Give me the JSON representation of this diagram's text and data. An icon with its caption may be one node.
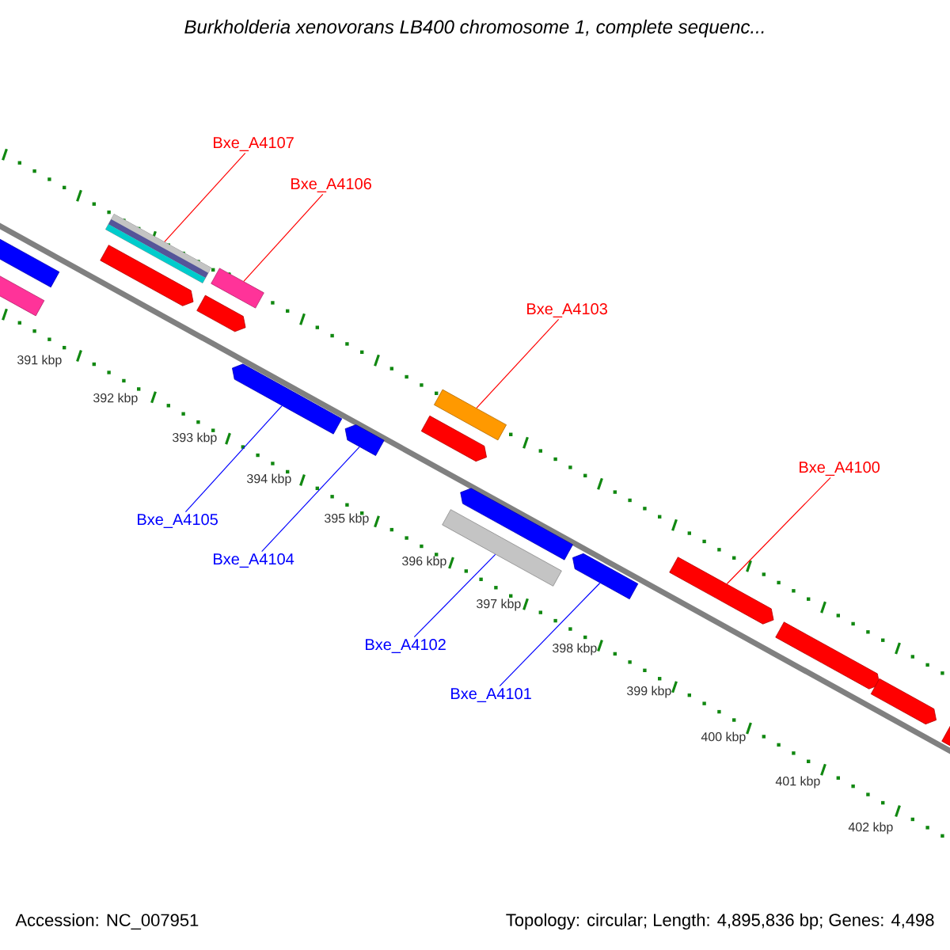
{
  "diagram": {
    "title": "Burkholderia xenovorans LB400 chromosome 1, complete sequenc...",
    "nodes": [
      {
        "text": [
          "Bxe_A4107"
        ]
      },
      {
        "text": [
          "Bxe_A4106"
        ]
      },
      {
        "text": [
          "Bxe_A4103"
        ]
      },
      {
        "text": [
          "Bxe_A4100"
        ]
      },
      {
        "text": [
          "Bxe_A4105"
        ]
      },
      {
        "text": [
          "Bxe_A4104"
        ]
      },
      {
        "text": [
          "Bxe_A4102"
        ]
      },
      {
        "text": [
          "Bxe_A4101"
        ]
      },
      {
        "text": [],
        "shape": "bar"
      },
      {
        "text": [],
        "shape": "bar"
      },
      {
        "text": [],
        "shape": "bar"
      },
      {
        "text": [],
        "shape": "arrow"
      },
      {
        "text": [],
        "shape": "bar"
      },
      {
        "text": [],
        "shape": "arrow"
      },
      {
        "text": [],
        "shape": "arrow"
      },
      {
        "text": [],
        "shape": "arrow"
      },
      {
        "text": [],
        "shape": "bar"
      },
      {
        "text": [],
        "shape": "arrow"
      },
      {
        "text": [],
        "shape": "arrow"
      },
      {
        "text": [],
        "shape": "bar"
      },
      {
        "text": [],
        "shape": "arrow"
      },
      {
        "text": [],
        "shape": "arrow"
      },
      {
        "text": [],
        "shape": "arrow"
      },
      {
        "text": [],
        "shape": "arrow"
      },
      {
        "text": [],
        "shape": "arrow"
      }
    ],
    "edges": [
      {
        "from": 0,
        "to": 10,
        "arrow": "none",
        "color": "#ff0000"
      },
      {
        "from": 1,
        "to": 12,
        "arrow": "none",
        "color": "#ff0000"
      },
      {
        "from": 2,
        "to": 16,
        "arrow": "none",
        "color": "#ff0000"
      },
      {
        "from": 3,
        "to": 21,
        "arrow": "none",
        "color": "#ff0000"
      },
      {
        "from": 4,
        "to": 14,
        "arrow": "none",
        "color": "#0000ff"
      },
      {
        "from": 5,
        "to": 15,
        "arrow": "none",
        "color": "#0000ff"
      },
      {
        "from": 6,
        "to": 19,
        "arrow": "none",
        "color": "#0000ff"
      },
      {
        "from": 7,
        "to": 20,
        "arrow": "none",
        "color": "#0000ff"
      }
    ],
    "labels": [
      "391 kbp",
      "392 kbp",
      "393 kbp",
      "394 kbp",
      "395 kbp",
      "396 kbp",
      "397 kbp",
      "398 kbp",
      "399 kbp",
      "400 kbp",
      "401 kbp",
      "402 kbp",
      "Accession: NC_007951",
      "Topology: circular; Length: 4,895,836 bp; Genes: 4,498"
    ]
  }
}
